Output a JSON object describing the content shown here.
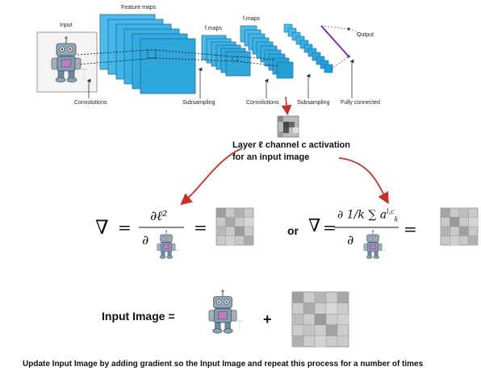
{
  "cnn": {
    "input": "Input",
    "feature_maps": "Feature maps",
    "fmaps_1": "f.maps",
    "fmaps_2": "f.maps",
    "output": "Output",
    "convolutions_1": "Convolutions",
    "subsampling_1": "Subsampling",
    "convolutions_2": "Convolutions",
    "subsampling_2": "Subsampling",
    "fully_connected": "Fully connected"
  },
  "activation_caption": {
    "line1": "Layer ℓ channel c activation",
    "line2": "for an input image"
  },
  "equations": {
    "nabla_left": "∇",
    "equals_1": "=",
    "equals_2": "=",
    "numerator_1": "∂ℓ²",
    "denominator_1": "∂",
    "or_label": "or",
    "nabla_right": "∇",
    "equals_3": "=",
    "numerator_2": "∂ 1/k ∑ a",
    "denominator_2": "∂",
    "equals_4": "="
  },
  "input_image_label": "Input Image =",
  "plus": "+",
  "footer": "Update Input Image by adding gradient so the Input Image and repeat this process for a number of times",
  "colors": {
    "feature_map_fill": "#3fb6e8",
    "feature_map_stroke": "#1a6f9e",
    "arrow_red": "#c9302c",
    "output_purple": "#7a2fb0"
  }
}
